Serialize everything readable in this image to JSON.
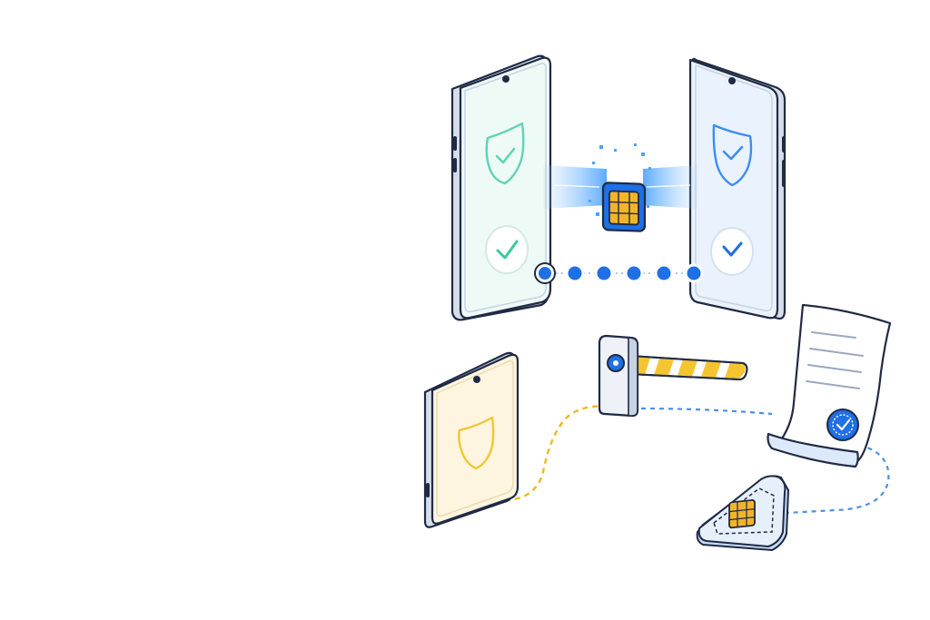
{
  "scene": {
    "description_visible_text": [],
    "colors": {
      "background": "#ffffff",
      "outline": "#1f2a44",
      "frame_gray": "#c9d2e3",
      "frame_light": "#e6ebf3",
      "screen_green": "#eefaf6",
      "screen_blue": "#eaf3fd",
      "screen_yellow": "#fdf5df",
      "shield_teal": "#5fd3b6",
      "shield_blue": "#3d8df2",
      "shield_yellow": "#f0c832",
      "accent_blue": "#1f6fe5",
      "beam_blue": "#4aa3ff",
      "chip_gold": "#f2b529",
      "dashed_yellow": "#f0b820",
      "dashed_blue": "#4a90e2",
      "barrier_yellow": "#f5c531"
    },
    "icons": [
      "phone-left",
      "phone-right",
      "shield-check-icon",
      "check-circle-icon",
      "sim-chip-icon",
      "transfer-dots",
      "foldable-phone",
      "boom-barrier-icon",
      "document-certificate-icon",
      "seal-badge-icon",
      "sim-card-icon"
    ]
  }
}
